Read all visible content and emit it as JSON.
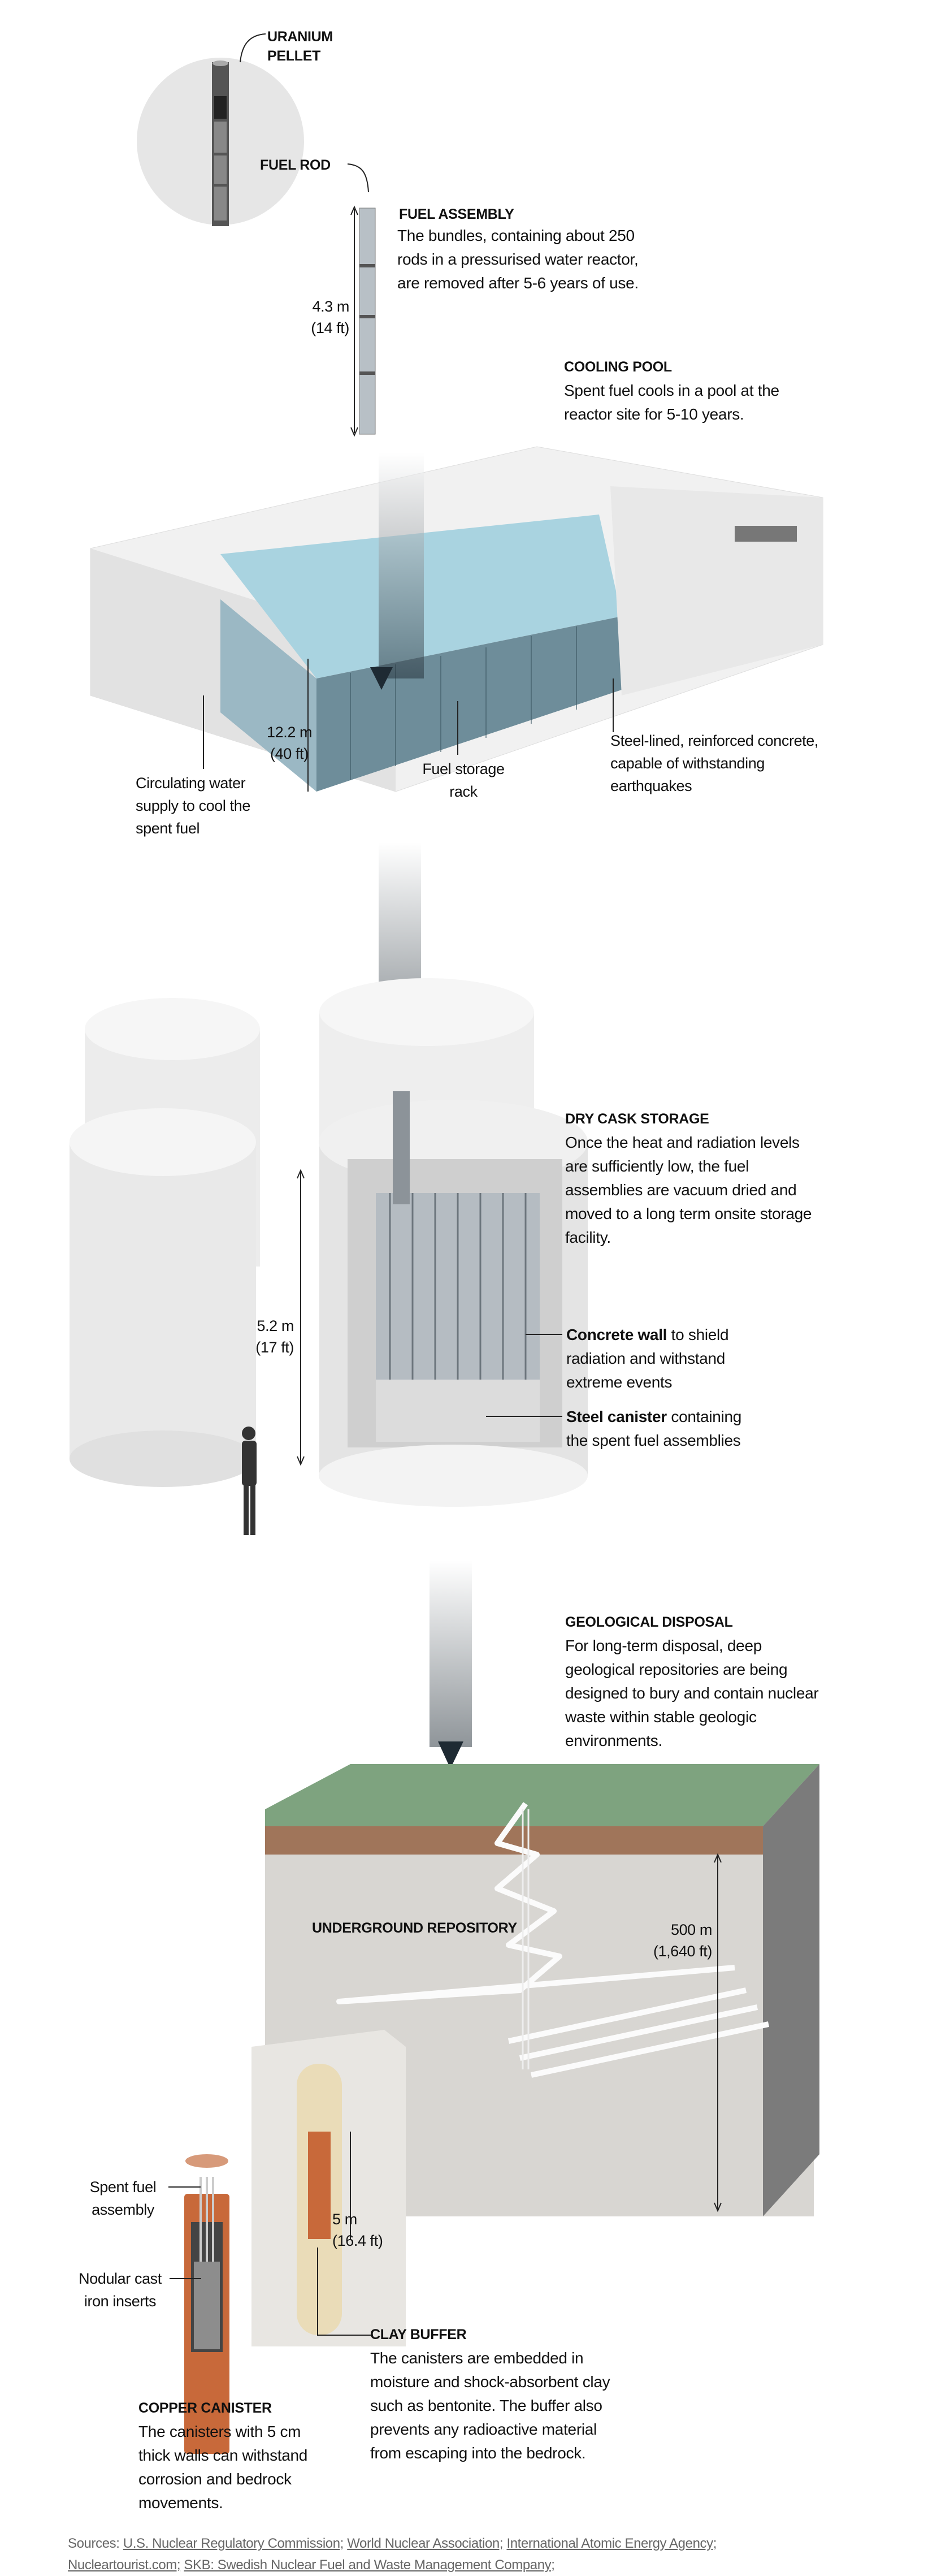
{
  "fuel": {
    "uranium_pellet": "URANIUM PELLET",
    "fuel_rod": "FUEL ROD",
    "assembly_title": "FUEL ASSEMBLY",
    "assembly_text": "The bundles, containing about 250 rods in a pressurised water reactor, are removed after 5-6 years of use.",
    "assembly_height_m": "4.3 m",
    "assembly_height_ft": "(14 ft)"
  },
  "pool": {
    "title": "COOLING POOL",
    "text": "Spent fuel cools in a pool at the reactor site for 5-10 years.",
    "depth_m": "12.2 m",
    "depth_ft": "(40 ft)",
    "circulating": "Circulating water supply to cool the spent fuel",
    "rack": "Fuel storage rack",
    "concrete": "Steel-lined, reinforced concrete, capable of withstanding earthquakes"
  },
  "cask": {
    "title": "DRY CASK STORAGE",
    "text": "Once the heat and radiation levels are sufficiently low, the fuel assemblies are vacuum dried and moved to a long term onsite storage facility.",
    "height_m": "5.2 m",
    "height_ft": "(17 ft)",
    "wall_bold": "Concrete wall",
    "wall_text": " to shield radiation and withstand extreme events",
    "canister_bold": "Steel canister",
    "canister_text": " containing the spent fuel assemblies"
  },
  "geo": {
    "title": "GEOLOGICAL DISPOSAL",
    "text": "For long-term disposal, deep geological repositories are being designed to bury and contain nuclear waste within stable geologic environments.",
    "repository": "UNDERGROUND REPOSITORY",
    "depth_m": "500 m",
    "depth_ft": "(1,640 ft)",
    "spent_fuel": "Spent fuel assembly",
    "nodular": "Nodular cast iron inserts",
    "canister_m": "5 m",
    "canister_ft": "(16.4 ft)",
    "clay_title": "CLAY BUFFER",
    "clay_text": "The canisters are embedded in moisture and shock-absorbent clay such as bentonite. The buffer also prevents any radioactive material from escaping into the bedrock.",
    "copper_title": "COPPER CANISTER",
    "copper_text": "The canisters with 5 cm thick walls can withstand corrosion and bedrock movements."
  },
  "sources": {
    "prefix": "Sources: ",
    "items": [
      "U.S. Nuclear Regulatory Commission;",
      "World Nuclear Association;",
      "International Atomic Energy Agency;",
      "Nucleartourist.com;",
      "SKB: Swedish Nuclear Fuel and Waste Management Company;"
    ]
  },
  "colors": {
    "arrow": "#1e2a33",
    "water": "#7fb3c8",
    "copper": "#c8693a",
    "grass": "#6f9a72"
  }
}
